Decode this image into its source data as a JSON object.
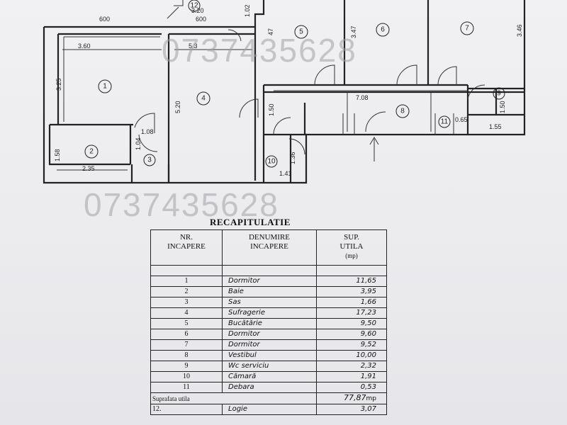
{
  "watermark": "0737435628",
  "plan": {
    "rooms": [
      "1",
      "2",
      "3",
      "4",
      "5",
      "6",
      "7",
      "8",
      "9",
      "10",
      "11",
      "12"
    ],
    "dims": {
      "d360": "3.60",
      "d53": "5.3",
      "d320": "3.20",
      "d325": "3.25",
      "d520": "5.20",
      "d235": "2.35",
      "d158": "1.58",
      "d108": "1.08",
      "d104": "1.04",
      "d47": "47",
      "d347": "3.47",
      "d346": "3.46",
      "d708": "7.08",
      "d150a": "1.50",
      "d150b": "1.50",
      "d155": "1.55",
      "d065": "0.65",
      "d141": "1.41",
      "d136": "1.36",
      "d102": "1.02",
      "w1": "600",
      "w2": "600"
    }
  },
  "recap": {
    "title": "RECAPITULATIE",
    "headers": [
      {
        "l1": "NR.",
        "l2": "INCAPERE"
      },
      {
        "l1": "DENUMIRE",
        "l2": "INCAPERE"
      },
      {
        "l1": "SUP.",
        "l2": "UTILA",
        "l3": "(mp)"
      }
    ],
    "rows": [
      {
        "nr": "1",
        "name": "Dormitor",
        "area": "11,65"
      },
      {
        "nr": "2",
        "name": "Baie",
        "area": "3,95"
      },
      {
        "nr": "3",
        "name": "Sas",
        "area": "1,66"
      },
      {
        "nr": "4",
        "name": "Sufragerie",
        "area": "17,23"
      },
      {
        "nr": "5",
        "name": "Bucătărie",
        "area": "9,50"
      },
      {
        "nr": "6",
        "name": "Dormitor",
        "area": "9,60"
      },
      {
        "nr": "7",
        "name": "Dormitor",
        "area": "9,52"
      },
      {
        "nr": "8",
        "name": "Vestibul",
        "area": "10,00"
      },
      {
        "nr": "9",
        "name": "Wc serviciu",
        "area": "2,32"
      },
      {
        "nr": "10",
        "name": "Cămară",
        "area": "1,91"
      },
      {
        "nr": "11",
        "name": "Debara",
        "area": "0,53"
      }
    ],
    "total": {
      "label": "Suprafata utila",
      "value": "77,87",
      "unit": "mp"
    },
    "extra": {
      "nr": "12.",
      "name": "Logie",
      "area": "3,07"
    }
  }
}
